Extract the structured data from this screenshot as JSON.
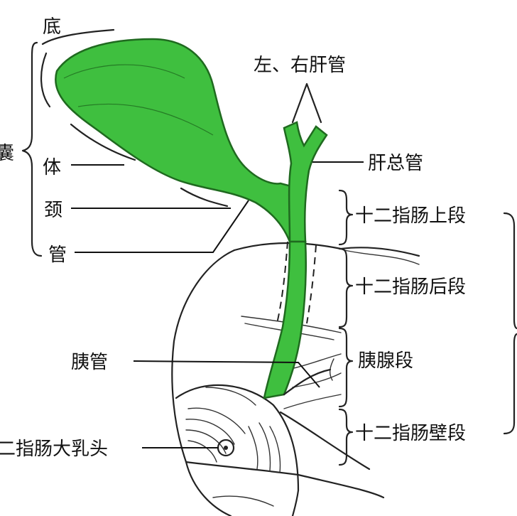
{
  "colors": {
    "bile_green": "#3fbf3f",
    "bile_outline": "#1f6a1f",
    "line": "#222222",
    "text": "#111111"
  },
  "labels": {
    "fundus": "底",
    "gallbladder": "囊",
    "body": "体",
    "neck": "颈",
    "cystic_duct": "管",
    "hepatic_ducts": "左、右肝管",
    "common_hepatic_duct": "肝总管",
    "supraduodenal_segment": "十二指肠上段",
    "retroduodenal_segment": "十二指肠后段",
    "pancreatic_segment": "胰腺段",
    "intramural_segment": "十二指肠壁段",
    "pancreatic_duct": "胰管",
    "major_papilla": "二指肠大乳头"
  }
}
